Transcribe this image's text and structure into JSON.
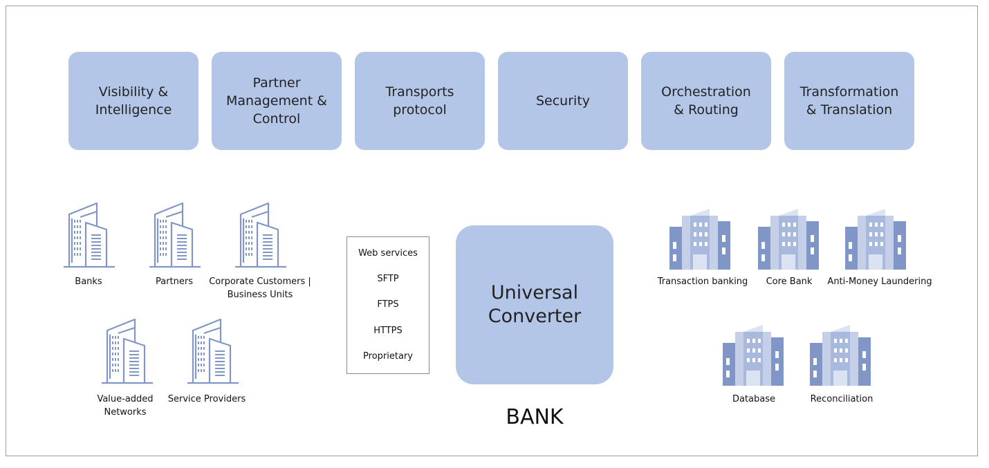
{
  "capabilities": [
    "Visibility &\nIntelligence",
    "Partner\nManagement &\nControl",
    "Transports\nprotocol",
    "Security",
    "Orchestration\n& Routing",
    "Transformation\n& Translation"
  ],
  "left_entities": {
    "banks": "Banks",
    "partners": "Partners",
    "corporate": "Corporate Customers |\nBusiness Units",
    "van": "Value-added\nNetworks",
    "service_providers": "Service Providers"
  },
  "protocols": [
    "Web services",
    "SFTP",
    "FTPS",
    "HTTPS",
    "Proprietary"
  ],
  "center": {
    "converter": "Universal\nConverter",
    "bank": "BANK"
  },
  "right_systems": {
    "transaction_banking": "Transaction banking",
    "core_bank": "Core Bank",
    "aml": "Anti-Money Laundering",
    "database": "Database",
    "reconciliation": "Reconciliation"
  },
  "colors": {
    "box_fill": "#b4c6e7",
    "outline_building": "#7f96c6",
    "solid_building_dark": "#7f96c6",
    "solid_building_light": "#c5d0e8"
  }
}
